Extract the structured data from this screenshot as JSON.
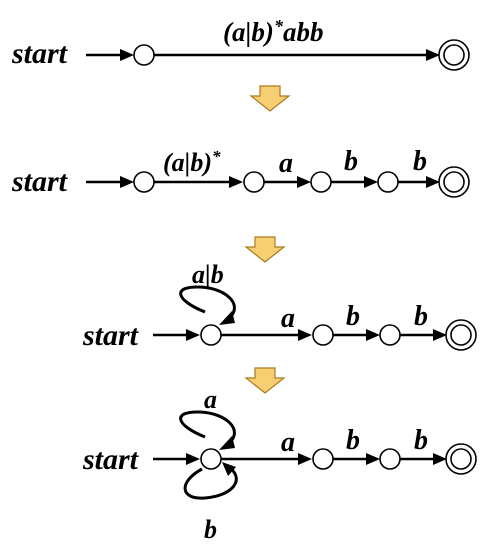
{
  "figure": {
    "start_label": "start",
    "stage1": {
      "regex": "(a|b)",
      "regex_star": "*",
      "regex_tail": "abb"
    },
    "stage2": {
      "first_label": "(a|b)",
      "first_star": "*",
      "labels": [
        "a",
        "b",
        "b"
      ]
    },
    "stage3": {
      "loop_label": "a|b",
      "labels": [
        "a",
        "b",
        "b"
      ]
    },
    "stage4": {
      "loop_top_label": "a",
      "loop_bottom_label": "b",
      "labels": [
        "a",
        "b",
        "b"
      ]
    }
  },
  "colors": {
    "transform_arrow": "#f7cf73",
    "transform_arrow_border": "#a87a1e"
  }
}
